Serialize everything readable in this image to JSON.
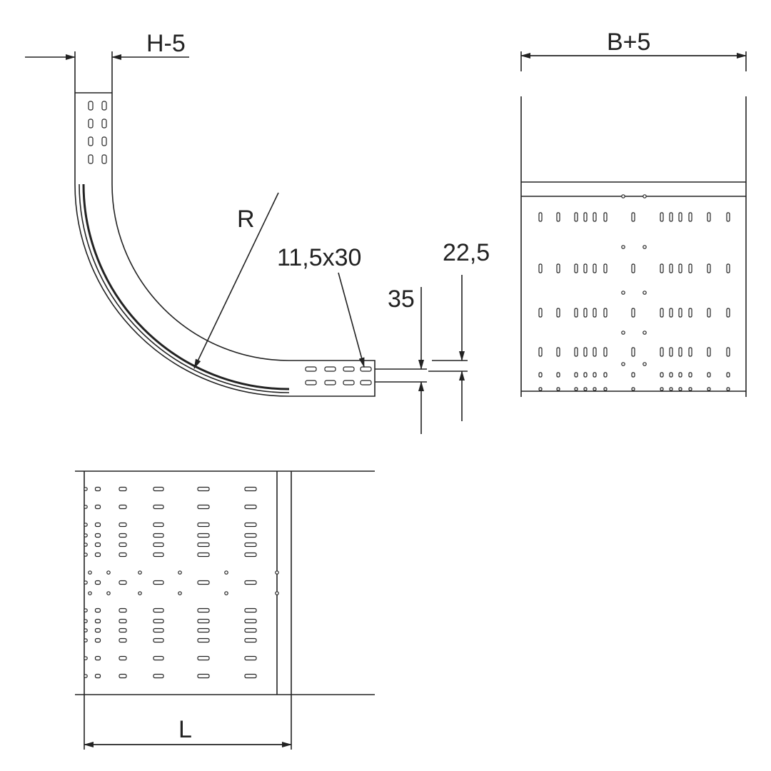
{
  "labels": {
    "h_minus_5": "H-5",
    "b_plus_5": "B+5",
    "radius": "R",
    "slot_size": "11,5x30",
    "dim_22_5": "22,5",
    "dim_35": "35",
    "length": "L"
  },
  "colors": {
    "line": "#222222",
    "background": "#ffffff"
  }
}
